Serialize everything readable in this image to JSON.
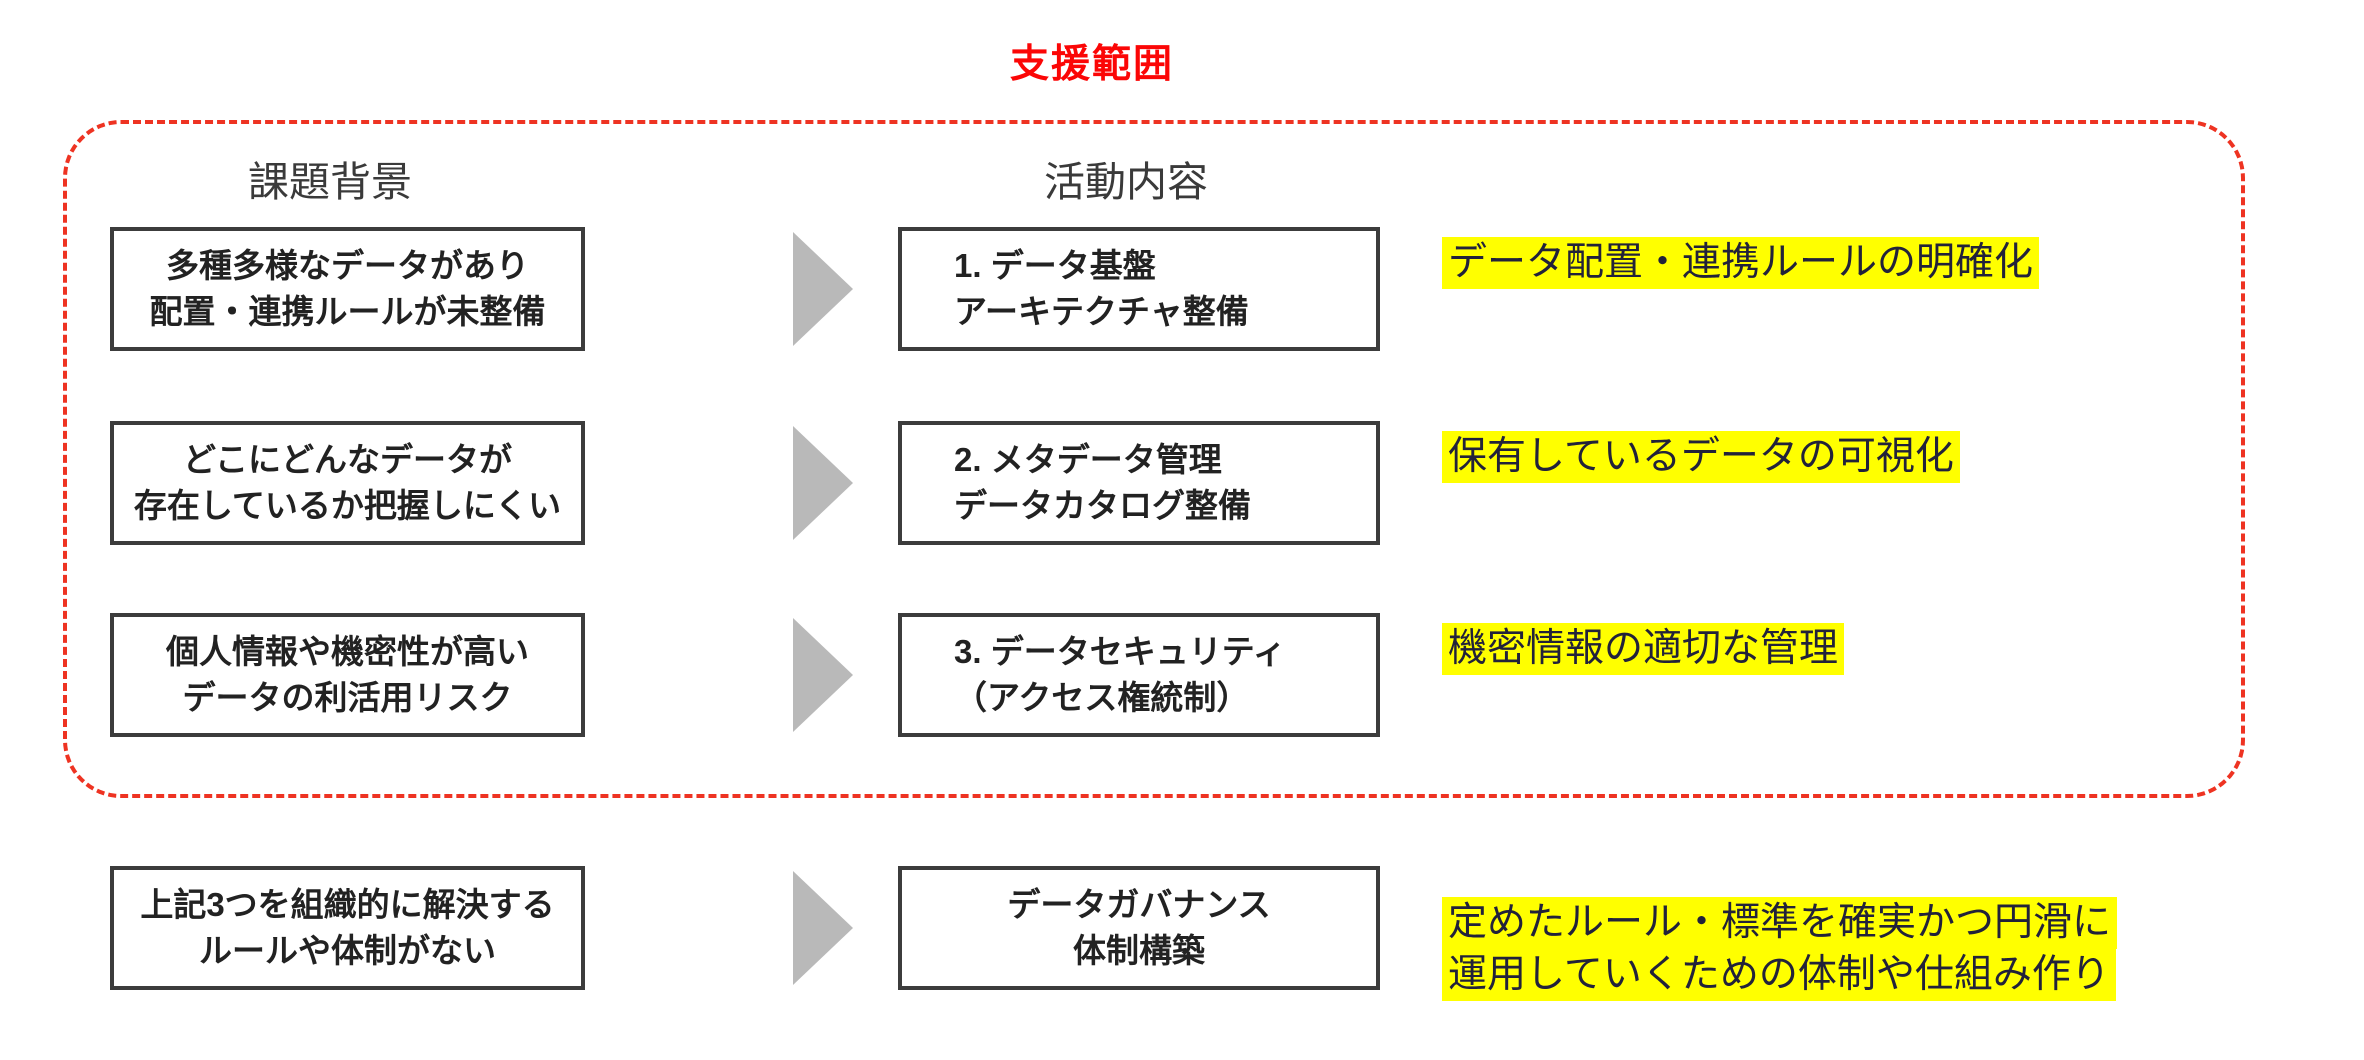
{
  "title": "支援範囲",
  "columns": {
    "problems_header": "課題背景",
    "activities_header": "活動内容"
  },
  "rows": [
    {
      "problem": [
        "多種多様なデータがあり",
        "配置・連携ルールが未整備"
      ],
      "activity": [
        "1. データ基盤",
        "アーキテクチャ整備"
      ],
      "outcome": [
        "データ配置・連携ルールの明確化"
      ]
    },
    {
      "problem": [
        "どこにどんなデータが",
        "存在しているか把握しにくい"
      ],
      "activity": [
        "2. メタデータ管理",
        "データカタログ整備"
      ],
      "outcome": [
        "保有しているデータの可視化"
      ]
    },
    {
      "problem": [
        "個人情報や機密性が高い",
        "データの利活用リスク"
      ],
      "activity": [
        "3. データセキュリティ",
        "（アクセス権統制）"
      ],
      "outcome": [
        "機密情報の適切な管理"
      ]
    },
    {
      "problem": [
        "上記3つを組織的に解決する",
        "ルールや体制がない"
      ],
      "activity": [
        "データガバナンス",
        "体制構築"
      ],
      "outcome": [
        "定めたルール・標準を確実かつ円滑に",
        "運用していくための体制や仕組み作り"
      ]
    }
  ],
  "icons": {
    "arrow": "arrow-right-icon"
  },
  "colors": {
    "accent_red": "#fb0606",
    "border_red": "#ee3322",
    "highlight_yellow": "#ffff00",
    "arrow_gray": "#b9b9b9",
    "box_border": "#3c3c3c"
  }
}
